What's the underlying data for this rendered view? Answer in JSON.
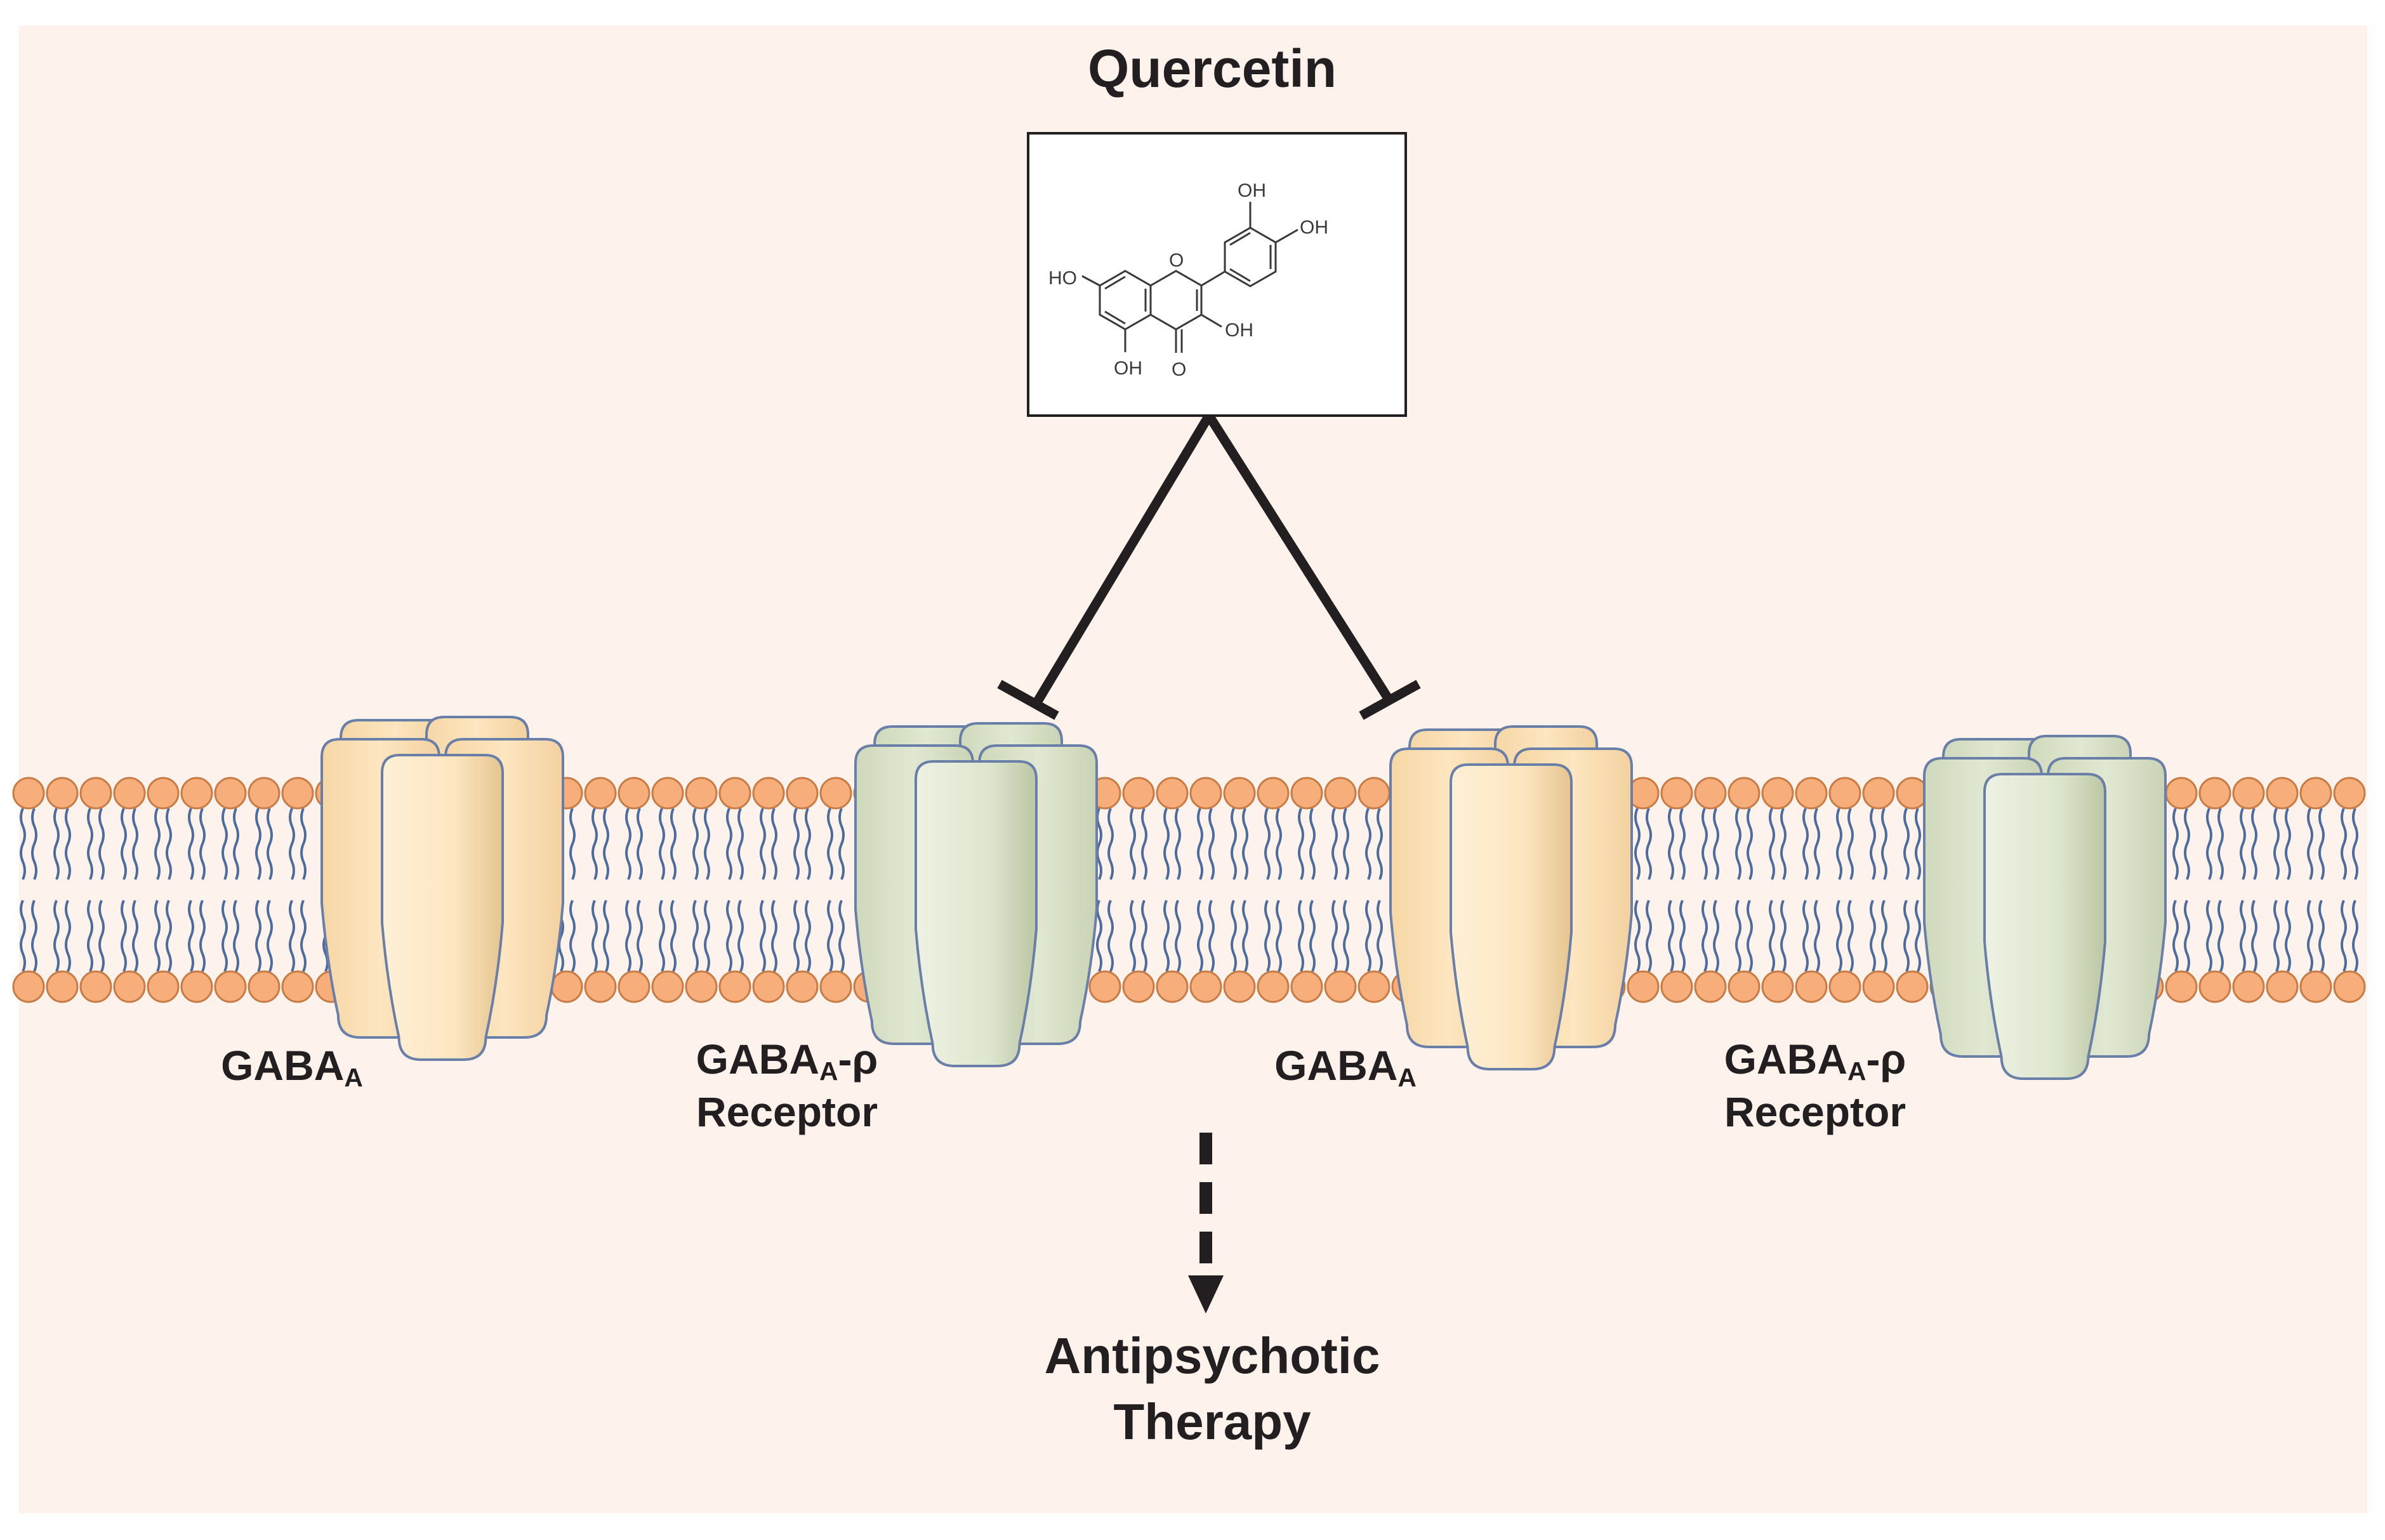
{
  "compound": {
    "name": "Quercetin",
    "structure_labels": [
      "OH",
      "OH",
      "HO",
      "OH",
      "OH",
      "O"
    ]
  },
  "receptors": [
    {
      "name": "GABA",
      "subscript": "A",
      "suffix": "",
      "line2": "",
      "color": "#fde6c0",
      "inhibited": false
    },
    {
      "name": "GABA",
      "subscript": "A",
      "suffix": "-ρ",
      "line2": "Receptor",
      "color": "#dfe6cf",
      "inhibited": true
    },
    {
      "name": "GABA",
      "subscript": "A",
      "suffix": "",
      "line2": "",
      "color": "#fde6c0",
      "inhibited": true
    },
    {
      "name": "GABA",
      "subscript": "A",
      "suffix": "-ρ",
      "line2": "Receptor",
      "color": "#dfe6cf",
      "inhibited": false
    }
  ],
  "outcome": {
    "line1": "Antipsychotic",
    "line2": "Therapy"
  },
  "colors": {
    "background": "#fdf3ec",
    "lipid_head": "#f8ae7a",
    "lipid_tail": "#4d6b9c",
    "arrow": "#231f20"
  }
}
